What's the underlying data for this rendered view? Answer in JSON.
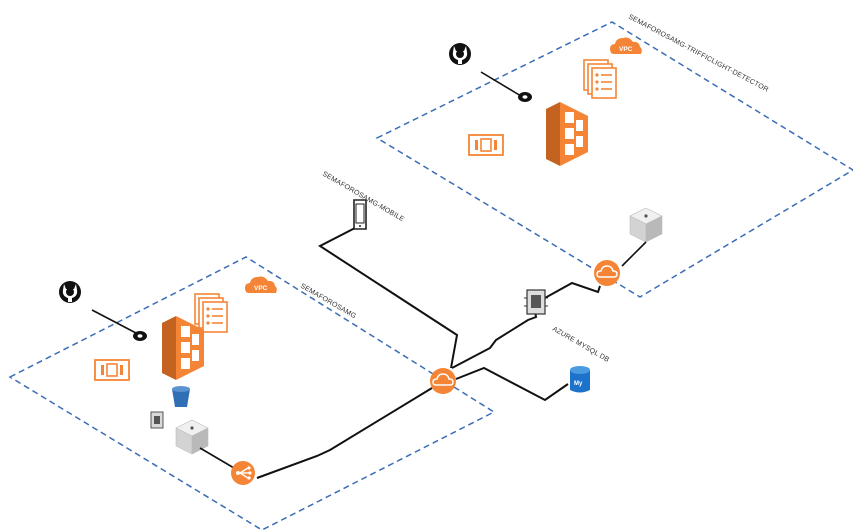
{
  "zones": {
    "detector": {
      "label": "SEMAFOROSAMG-TRIFFICLIGHT-DETECTOR",
      "badge": "VPC"
    },
    "main": {
      "label": "SEMAFOROSAMG",
      "badge": "VPC"
    }
  },
  "mobile": {
    "label": "SEMAFOROSAMG-MOBILE"
  },
  "database": {
    "label": "AZURE MYSQL DB",
    "badge": "My"
  },
  "colors": {
    "aws_orange": "#f58536",
    "zone_border": "#3b6cb7",
    "connector": "#111111",
    "db_blue": "#1c73c9",
    "bucket_blue": "#2f6fb5"
  },
  "icons": [
    "github-icon",
    "key-icon",
    "container-stack-icon",
    "task-document-icon",
    "container-cluster-icon",
    "vpc-cloud-icon",
    "compute-instance-icon",
    "internet-gateway-icon",
    "load-balancer-icon",
    "mobile-phone-icon",
    "server-chip-icon",
    "mysql-database-icon",
    "storage-bucket-icon"
  ]
}
